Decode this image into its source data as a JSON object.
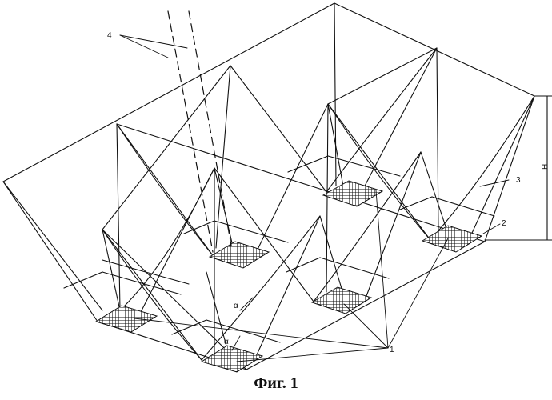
{
  "figure": {
    "caption": "Фиг. 1",
    "reference_numerals": {
      "item_1": "1",
      "item_2": "2",
      "item_3": "3",
      "item_4": "4",
      "height_dimension": "H"
    },
    "angle_labels": [
      "α",
      "α"
    ]
  }
}
